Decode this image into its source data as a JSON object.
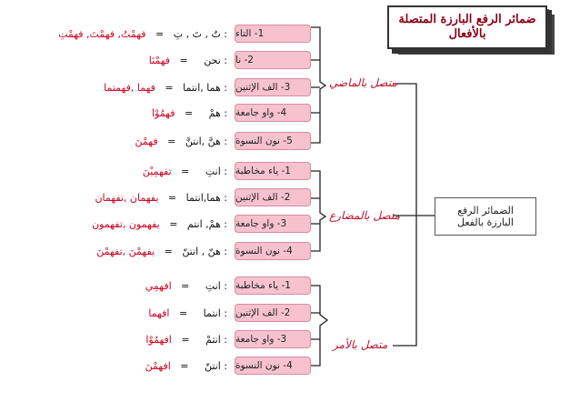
{
  "title": {
    "line1": "ضمائر الرفع البارزة المتصلة",
    "line2": "بالأفعال"
  },
  "root": {
    "line1": "الضمائر الرفع",
    "line2": "البارزة بالفعل"
  },
  "groups": [
    {
      "label": "متصل بالماضي",
      "items": [
        {
          "pill": "1- التاء",
          "pron": ": تُ , تَ , تِ",
          "eq": "=",
          "ex": "فهمْتُ, فهمْتَ, فهمْتِ"
        },
        {
          "pill": "2- نا",
          "pron": ": نحن",
          "eq": "=",
          "ex": "فهمْنَا"
        },
        {
          "pill": "3- الف الإثنين",
          "pron": ": هما ,انتما",
          "eq": "=",
          "ex": "فهما ,فهمتما"
        },
        {
          "pill": "4- واو جامعة",
          "pron": ": همْ",
          "eq": "=",
          "ex": "فهمُوْا"
        },
        {
          "pill": "5- نون النسوة",
          "pron": ": هنَّ ,انتنَّ",
          "eq": "=",
          "ex": "فهمْنَ"
        }
      ]
    },
    {
      "label": "متصل بالمضارع",
      "items": [
        {
          "pill": "1- ياء مخاطبة",
          "pron": ": انتِ",
          "eq": "=",
          "ex": "تفهمِيْنَ"
        },
        {
          "pill": "2- الف الإثنين",
          "pron": ": هما,انتما",
          "eq": "=",
          "ex": "يفهمان ,تفهمان"
        },
        {
          "pill": "3- واو جامعة",
          "pron": ": همْ, انتم",
          "eq": "=",
          "ex": "يفهمون ,تفهمون"
        },
        {
          "pill": "4- نون النسوة",
          "pron": ": هنّ , انتنّ",
          "eq": "=",
          "ex": "يفهمْنَ ,تفهمْنَ"
        }
      ]
    },
    {
      "label": "متصل بالأمر",
      "items": [
        {
          "pill": "1- ياء مخاطبة",
          "pron": ": انتِ",
          "eq": "=",
          "ex": "افهمِي"
        },
        {
          "pill": "2- الف الإثنين",
          "pron": ": انتما",
          "eq": "=",
          "ex": "افهما"
        },
        {
          "pill": "3- واو جامعة",
          "pron": ": انتمْ",
          "eq": "=",
          "ex": "افهمُوْا"
        },
        {
          "pill": "4- نون النسوة",
          "pron": ": انتنّ",
          "eq": "=",
          "ex": "افهمْنَ"
        }
      ]
    }
  ]
}
